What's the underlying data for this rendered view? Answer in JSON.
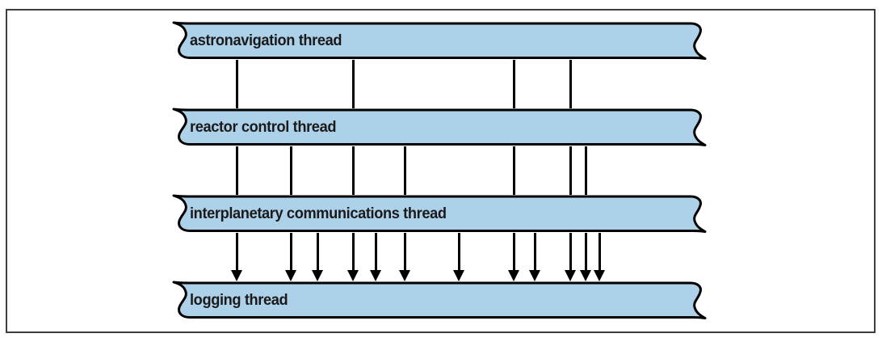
{
  "figure": {
    "threads": [
      {
        "label": "astronavigation thread"
      },
      {
        "label": "reactor control thread"
      },
      {
        "label": "interplanetary communications thread"
      },
      {
        "label": "logging thread"
      }
    ],
    "message_flows": [
      {
        "from": "astronavigation thread",
        "to": "reactor control thread",
        "arrowheads": false,
        "x_positions": [
          293,
          437,
          636,
          706
        ]
      },
      {
        "from": "reactor control thread",
        "to": "interplanetary communications thread",
        "arrowheads": false,
        "x_positions": [
          293,
          360,
          437,
          501,
          636,
          706,
          725
        ]
      },
      {
        "from": "interplanetary communications thread",
        "to": "logging thread",
        "arrowheads": true,
        "x_positions": [
          293,
          360,
          393,
          437,
          465,
          501,
          568,
          636,
          662,
          706,
          725,
          742
        ]
      }
    ],
    "colors": {
      "banner_fill": "#aed1ea",
      "banner_stroke": "#000000",
      "connector": "#000000",
      "frame_border": "#3d3d3d",
      "background": "#ffffff"
    }
  }
}
